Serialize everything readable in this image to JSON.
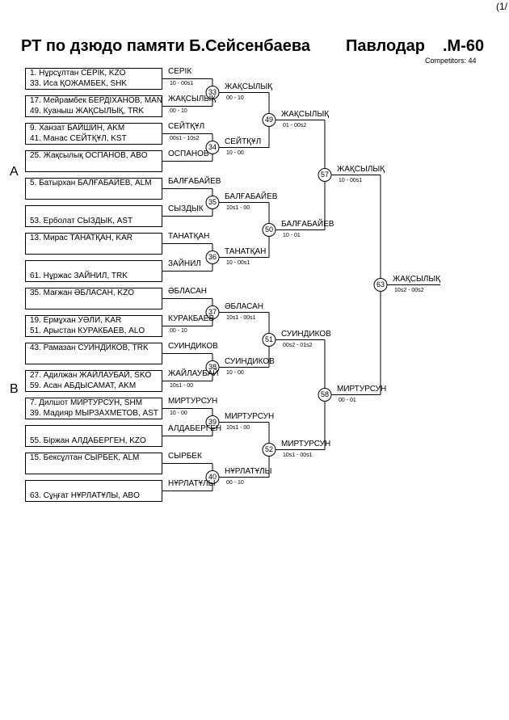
{
  "page_number": "(1/",
  "title": "РТ по дзюдо памяти Б.Сейсенбаева",
  "city": "Павлодар",
  "category": ".М-60",
  "competitors": "Competitors: 44",
  "pools": [
    "A",
    "B"
  ],
  "entries": [
    "1. Нұрсұлтан СЕРІК, KZO",
    "33. Иса ҚОЖАМБЕК, SHK",
    "17. Мейрамбек БЕРДІХАНОВ, MAN",
    "49. Куаныш ЖАҚСЫЛЫҚ, TRK",
    "9. Ханзат БАЙШИН, AKM",
    "41. Манас СЕЙТҚҰЛ, KST",
    "25. Жақсылық ОСПАНОВ, ABO",
    "",
    "5. Батырхан БАЛҒАБАЙЕВ, ALM",
    "",
    "",
    "53. Ерболат СЫЗДЫК, AST",
    "13. Мирас ТАНАТҚАН, KAR",
    "",
    "",
    "61. Нұржас ЗАЙНИЛ, TRK",
    "35. Мағжан ӘБЛАСАН, KZO",
    "",
    "19. Ермұхан УӘЛИ, KAR",
    "51. Арыстан КУРАКБАЕВ, ALO",
    "43. Рамазан СУИНДИКОВ, TRK",
    "",
    "27. Адилжан ЖАЙЛАУБАЙ, SKO",
    "59. Асан АБДЫСАМАТ, AKM",
    "7. Дилшот МИРТУРСУН, SHM",
    "39. Мадияр МЫРЗАХМЕТОВ, AST",
    "",
    "55. Біржан АЛДАБЕРГЕН, KZO",
    "15. Бексұлтан СЫРБЕК, ALM",
    "",
    "",
    "63. Сұңғат НҰРЛАТҰЛЫ, ABO"
  ],
  "round1": [
    {
      "winner": "СЕРІК",
      "score": "10 - 00s1"
    },
    {
      "winner": "ЖАҚСЫЛЫҚ",
      "score": "00 - 10"
    },
    {
      "winner": "СЕЙТҚҰЛ",
      "score": "00s1 - 10s2"
    },
    {
      "winner": "ОСПАНОВ",
      "score": ""
    },
    {
      "winner": "БАЛҒАБАЙЕВ",
      "score": ""
    },
    {
      "winner": "СЫЗДЫК",
      "score": ""
    },
    {
      "winner": "ТАНАТҚАН",
      "score": ""
    },
    {
      "winner": "ЗАЙНИЛ",
      "score": ""
    },
    {
      "winner": "ӘБЛАСАН",
      "score": ""
    },
    {
      "winner": "КУРАКБАЕВ",
      "score": "00 - 10"
    },
    {
      "winner": "СУИНДИКОВ",
      "score": ""
    },
    {
      "winner": "ЖАЙЛАУБАЙ",
      "score": "10s1 - 00"
    },
    {
      "winner": "МИРТУРСУН",
      "score": "10 - 00"
    },
    {
      "winner": "АЛДАБЕРГЕН",
      "score": ""
    },
    {
      "winner": "СЫРБЕК",
      "score": ""
    },
    {
      "winner": "НҰРЛАТҰЛЫ",
      "score": ""
    }
  ],
  "round2": [
    {
      "match": "33",
      "winner": "ЖАҚСЫЛЫҚ",
      "score": "00 - 10"
    },
    {
      "match": "34",
      "winner": "СЕЙТҚҰЛ",
      "score": "10 - 00"
    },
    {
      "match": "35",
      "winner": "БАЛҒАБАЙЕВ",
      "score": "10s1 - 00"
    },
    {
      "match": "36",
      "winner": "ТАНАТҚАН",
      "score": "10 - 00s1"
    },
    {
      "match": "37",
      "winner": "ӘБЛАСАН",
      "score": "10s1 - 00s1"
    },
    {
      "match": "38",
      "winner": "СУИНДИКОВ",
      "score": "10 - 00"
    },
    {
      "match": "39",
      "winner": "МИРТУРСУН",
      "score": "10s1 - 00"
    },
    {
      "match": "40",
      "winner": "НҰРЛАТҰЛЫ",
      "score": "00 - 10"
    }
  ],
  "round3": [
    {
      "match": "49",
      "winner": "ЖАҚСЫЛЫҚ",
      "score": "01 - 00s2"
    },
    {
      "match": "50",
      "winner": "БАЛҒАБАЙЕВ",
      "score": "10 - 01"
    },
    {
      "match": "51",
      "winner": "СУИНДИКОВ",
      "score": "00s2 - 01s2"
    },
    {
      "match": "52",
      "winner": "МИРТУРСУН",
      "score": "10s1 - 00s1"
    }
  ],
  "round4": [
    {
      "match": "57",
      "winner": "ЖАҚСЫЛЫҚ",
      "score": "10 - 00s1"
    },
    {
      "match": "58",
      "winner": "МИРТУРСУН",
      "score": "00 - 01"
    }
  ],
  "final": {
    "match": "63",
    "winner": "ЖАҚСЫЛЫҚ",
    "score": "10s2 - 00s2"
  }
}
